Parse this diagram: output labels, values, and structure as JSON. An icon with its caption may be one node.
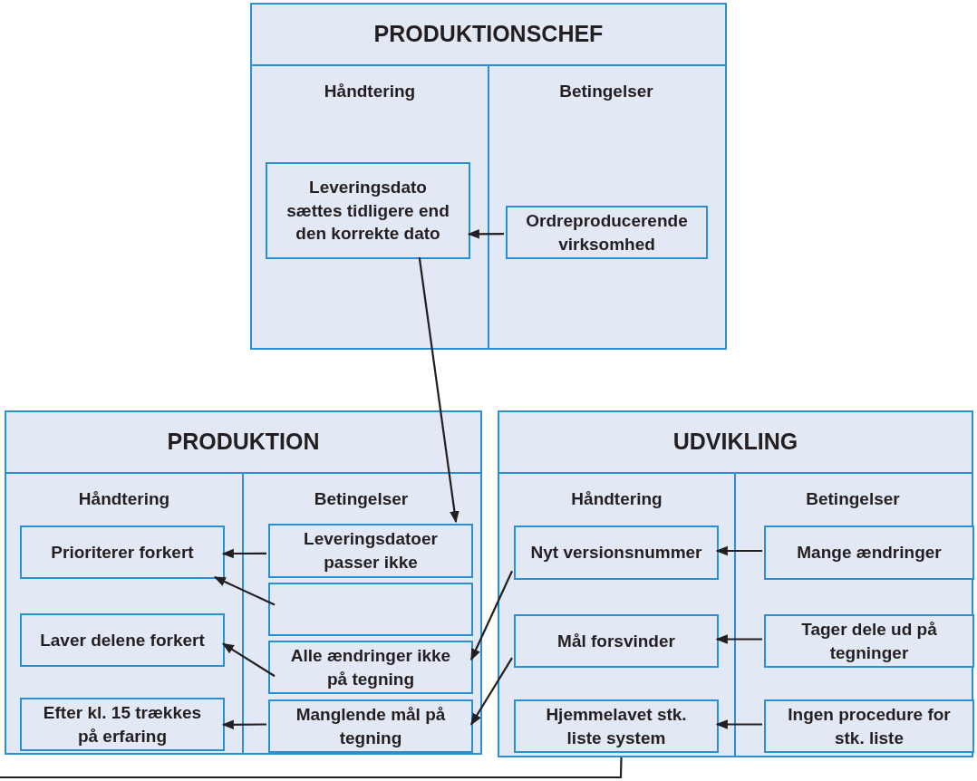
{
  "diagram": {
    "nodes": [
      {
        "text": [
          "PRODUKTIONSCHEF",
          "Håndtering",
          "Betingelser"
        ]
      },
      {
        "text": [
          "Leveringsdato sættes tidligere end den korrekte dato"
        ],
        "in": 0
      },
      {
        "text": [
          "Ordreproducerende virksomhed"
        ],
        "in": 0
      },
      {
        "text": [
          "PRODUKTION",
          "Håndtering",
          "Betingelser"
        ]
      },
      {
        "text": [
          "Prioriterer forkert"
        ],
        "in": 3
      },
      {
        "text": [
          "Laver delene forkert"
        ],
        "in": 3
      },
      {
        "text": [
          "Efter kl. 15 trækkes på erfaring"
        ],
        "in": 3
      },
      {
        "text": [
          "Leveringsdatoer passer ikke"
        ],
        "in": 3
      },
      {
        "text": [],
        "shape": "box",
        "in": 3
      },
      {
        "text": [
          "Alle ændringer ikke på tegning"
        ],
        "in": 3
      },
      {
        "text": [
          "Manglende mål på tegning"
        ],
        "in": 3
      },
      {
        "text": [
          "UDVIKLING",
          "Håndtering",
          "Betingelser"
        ]
      },
      {
        "text": [
          "Nyt versionsnummer"
        ],
        "in": 11
      },
      {
        "text": [
          "Mål forsvinder"
        ],
        "in": 11
      },
      {
        "text": [
          "Hjemmelavet stk. liste system"
        ],
        "in": 11
      },
      {
        "text": [
          "Mange ændringer"
        ],
        "in": 11
      },
      {
        "text": [
          "Tager dele ud på tegninger"
        ],
        "in": 11
      },
      {
        "text": [
          "Ingen procedure for stk. liste"
        ],
        "in": 11
      }
    ],
    "edges": [
      {
        "from": 2,
        "to": 1,
        "arrow": "to"
      },
      {
        "from": 1,
        "to": 7,
        "arrow": "to"
      },
      {
        "from": 7,
        "to": 4,
        "arrow": "to"
      },
      {
        "from": 8,
        "to": 4,
        "arrow": "to"
      },
      {
        "from": 9,
        "to": 5,
        "arrow": "to"
      },
      {
        "from": 10,
        "to": 6,
        "arrow": "to"
      },
      {
        "from": 12,
        "to": 9,
        "arrow": "to"
      },
      {
        "from": 13,
        "to": 10,
        "arrow": "to"
      },
      {
        "from": 15,
        "to": 12,
        "arrow": "to"
      },
      {
        "from": 16,
        "to": 13,
        "arrow": "to"
      },
      {
        "from": 17,
        "to": 14,
        "arrow": "to"
      },
      {
        "from": 11,
        "to": null,
        "arrow": "none"
      }
    ]
  }
}
